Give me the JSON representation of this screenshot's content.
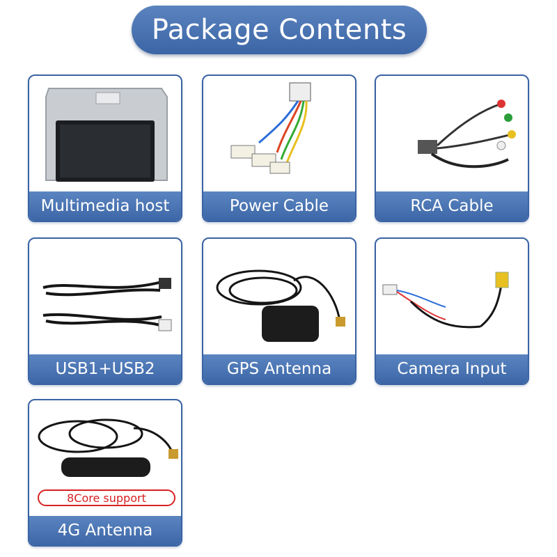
{
  "header": {
    "title": "Package Contents"
  },
  "items": [
    {
      "label": "Multimedia host",
      "icon": "multimedia-host-image"
    },
    {
      "label": "Power Cable",
      "icon": "power-cable-image"
    },
    {
      "label": "RCA Cable",
      "icon": "rca-cable-image"
    },
    {
      "label": "USB1+USB2",
      "icon": "usb-cables-image"
    },
    {
      "label": "GPS Antenna",
      "icon": "gps-antenna-image"
    },
    {
      "label": "Camera Input",
      "icon": "camera-input-cable-image"
    },
    {
      "label": "4G Antenna",
      "icon": "4g-antenna-image",
      "badge": "8Core support"
    }
  ],
  "colors": {
    "accent": "#3c66a6",
    "badge": "#d82020"
  }
}
